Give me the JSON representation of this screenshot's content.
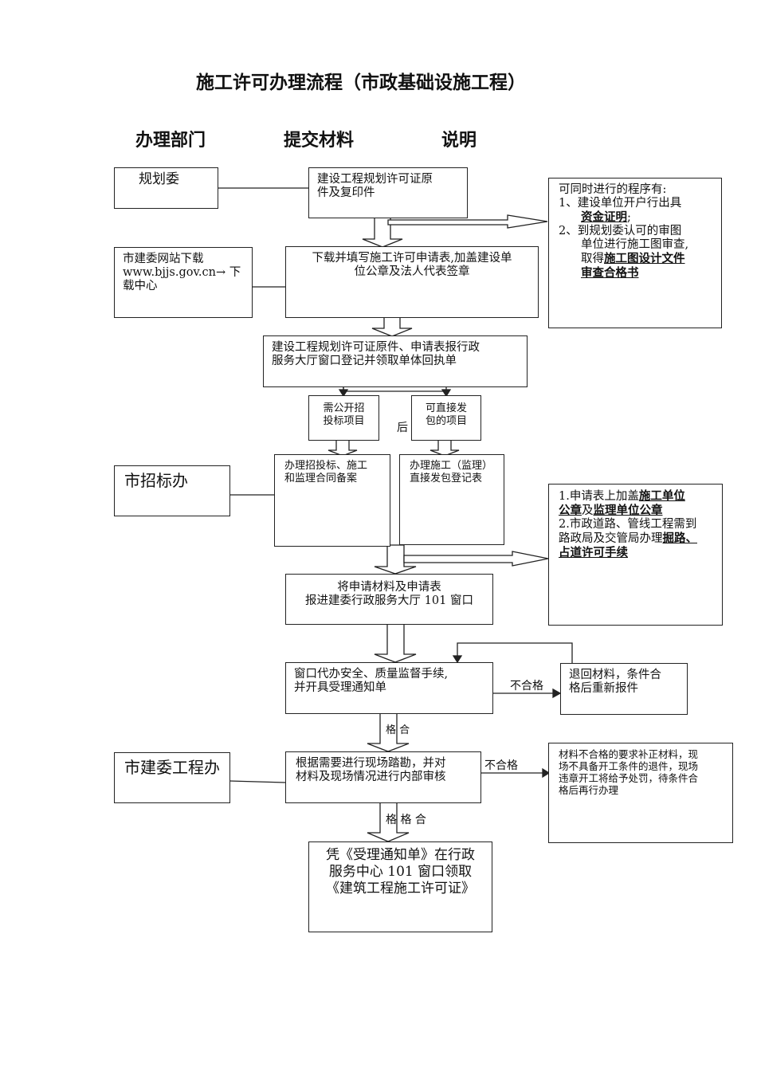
{
  "title": "施工许可办理流程（市政基础设施工程）",
  "column_headers": {
    "department": "办理部门",
    "materials": "提交材料",
    "notes": "说明"
  },
  "departments": {
    "planning": "规划委",
    "website": {
      "line1": "市建委网站下载",
      "line2": "www.bjjs.gov.cn→ 下",
      "line3": "载中心"
    },
    "bidding_office": "市招标办",
    "construction_office": "市建委工程办"
  },
  "steps": {
    "step1": {
      "line1": "建设工程规划许可证原",
      "line2": "件及复印件"
    },
    "step2": {
      "line1": "下载并填写施工许可申请表,加盖建设单",
      "line2": "位公章及法人代表签章"
    },
    "step3": {
      "line1": "建设工程规划许可证原件、申请表报行政",
      "line2": "服务大厅窗口登记并领取单体回执单"
    },
    "branch_public": {
      "line1": "需公开招",
      "line2": "投标项目"
    },
    "branch_direct": {
      "line1": "可直接发",
      "line2": "包的项目"
    },
    "branch_after_label": "后",
    "step4a": {
      "line1": "办理招投标、施工",
      "line2": "和监理合同备案"
    },
    "step4b": {
      "line1": "办理施工（监理）",
      "line2": "直接发包登记表"
    },
    "step5": {
      "line1": "将申请材料及申请表",
      "line2": "报进建委行政服务大厅 101 窗口"
    },
    "step6": {
      "line1": "窗口代办安全、质量监督手续,",
      "line2": "并开具受理通知单"
    },
    "return_box": {
      "line1": "退回材料，条件合",
      "line2": "格后重新报件"
    },
    "step7": {
      "line1": "根据需要进行现场踏勘，并对",
      "line2": "材料及现场情况进行内部审核"
    },
    "final": {
      "line1": "凭《受理通知单》在行政",
      "line2": "服务中心 101 窗口领取",
      "line3": "《建筑工程施工许可证》"
    }
  },
  "labels": {
    "fail1": "不合格",
    "pass1": "格 合",
    "fail2": "不合格",
    "pass2": "格 格 合"
  },
  "notes": {
    "note1": {
      "heading": "可同时进行的程序有:",
      "item1_num": "1、",
      "item1_text": "建设单位开户行出具",
      "item1_bold": "资金证明",
      "item1_tail": ";",
      "item2_num": "2、",
      "item2_text1": "到规划委认可的审图",
      "item2_text2": "单位进行施工图审查,",
      "item2_text3": "取得",
      "item2_bold1": "施工图设计文件",
      "item2_bold2": "审查合格书"
    },
    "note2": {
      "item1_prefix": "1.申请表上加盖",
      "item1_bold1": "施工单位",
      "item1_bold2": "公章",
      "item1_mid": "及",
      "item1_bold3": "监理单位公章",
      "item2_line1": "2.市政道路、管线工程需到",
      "item2_line2": "路政局及交管局办理",
      "item2_bold1": "掘路、",
      "item2_bold2": "占道许可手续"
    },
    "note3": {
      "line1": "材料不合格的要求补正材料，现",
      "line2": "场不具备开工条件的退件，现场",
      "line3": "违章开工将给予处罚，待条件合",
      "line4": "格后再行办理"
    }
  }
}
